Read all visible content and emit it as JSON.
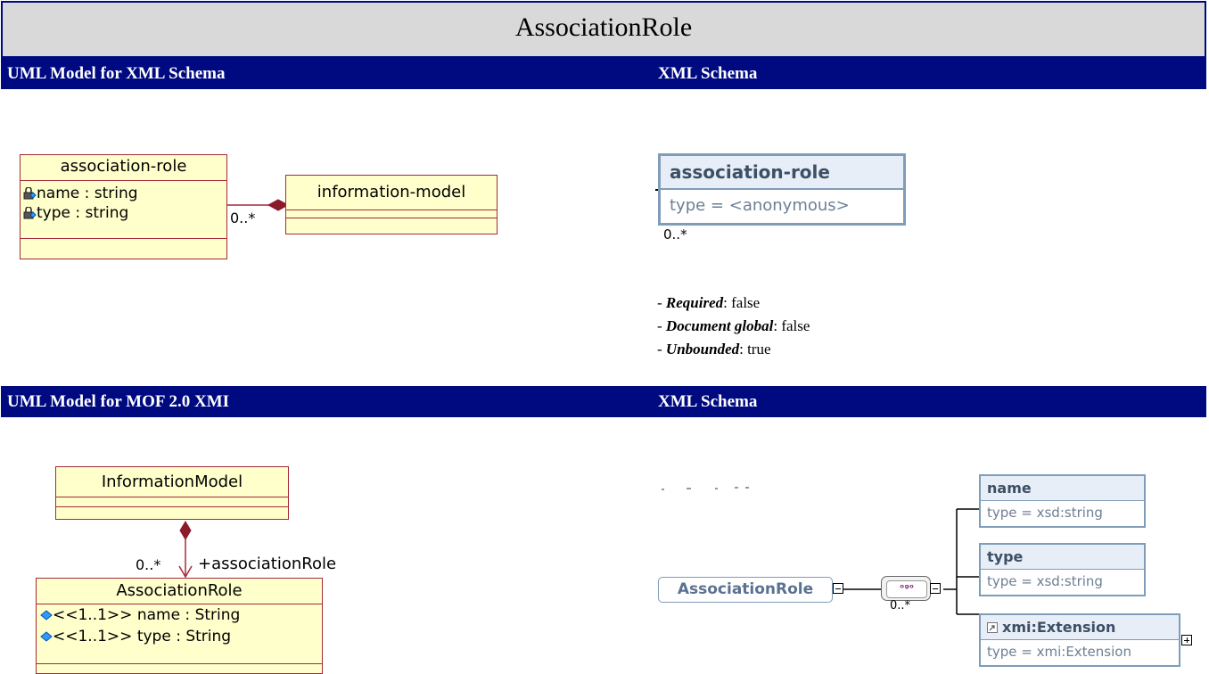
{
  "page": {
    "title": "AssociationRole"
  },
  "sections": {
    "top_left_heading": "UML Model for XML Schema",
    "top_right_heading": "XML Schema",
    "bottom_left_heading": "UML Model for MOF 2.0 XMI",
    "bottom_right_heading": "XML Schema"
  },
  "uml_schema": {
    "class_name": "association-role",
    "attributes": [
      "name : string",
      "type : string"
    ],
    "target_class": "information-model",
    "multiplicity": "0..*"
  },
  "xsd_top": {
    "element_name": "association-role",
    "element_type": "type = <anonymous>",
    "multiplicity": "0..*",
    "properties": [
      {
        "label": "Required",
        "value": ": false"
      },
      {
        "label": "Document global",
        "value": ": false"
      },
      {
        "label": "Unbounded",
        "value": ": true"
      }
    ]
  },
  "uml_mof": {
    "owner_class": "InformationModel",
    "class_name": "AssociationRole",
    "attributes": [
      "<<1..1>> name : String",
      "<<1..1>> type : String"
    ],
    "multiplicity": "0..*",
    "role": "+associationRole"
  },
  "xsd_bottom": {
    "root": "AssociationRole",
    "multiplicity": "0..*",
    "children": [
      {
        "name": "name",
        "type": "type = xsd:string"
      },
      {
        "name": "type",
        "type": "type = xsd:string"
      },
      {
        "name": "xmi:Extension",
        "type": "type = xmi:Extension"
      }
    ]
  },
  "colors": {
    "band": "#000a80",
    "uml_fill": "#ffffcc",
    "uml_border": "#a52a3a",
    "xsd_border": "#7f9db9"
  }
}
